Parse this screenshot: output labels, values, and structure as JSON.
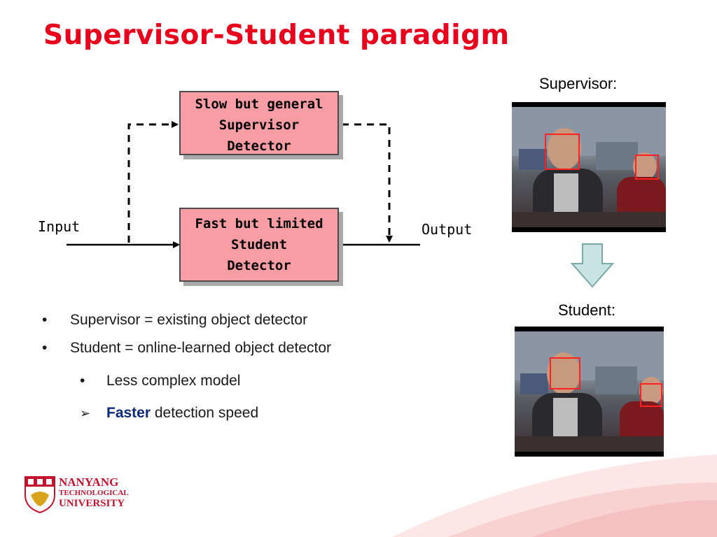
{
  "title": "Supervisor-Student paradigm",
  "diagram": {
    "supervisor_box": [
      "Slow but general",
      "Supervisor",
      "Detector"
    ],
    "student_box": [
      "Fast but limited",
      "Student",
      "Detector"
    ],
    "input_label": "Input",
    "output_label": "Output"
  },
  "bullets": {
    "b1": "Supervisor = existing object detector",
    "b2": "Student = online-learned object detector",
    "b3": "Less complex model",
    "b4_bold": "Faster",
    "b4_rest": " detection speed"
  },
  "side": {
    "supervisor_label": "Supervisor:",
    "student_label": "Student:"
  },
  "logo": {
    "line1": "NANYANG",
    "line2": "TECHNOLOGICAL",
    "line3": "UNIVERSITY"
  },
  "colors": {
    "title": "#e8001c",
    "box_fill": "#f79da3",
    "arrow_fill": "#c7e4e2",
    "logo_text": "#c4122f"
  }
}
